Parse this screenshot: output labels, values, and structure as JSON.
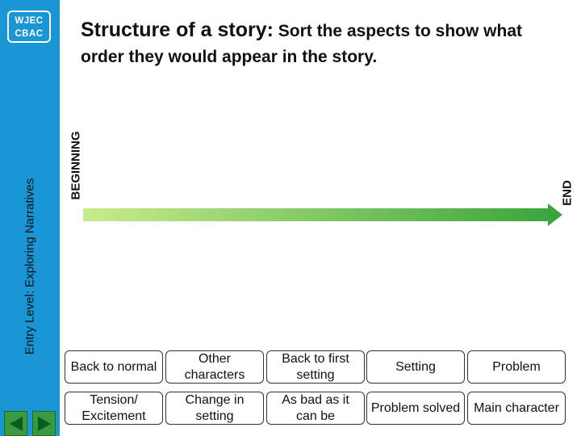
{
  "logo": {
    "line1": "WJEC",
    "line2": "CBAC"
  },
  "sidebar_label": "Entry Level: Exploring Narratives",
  "title": {
    "bold": "Structure of a story:",
    "rest": " Sort the aspects to show what order they would appear in the story."
  },
  "timeline": {
    "start_label": "BEGINNING",
    "end_label": "END"
  },
  "cards": [
    "Back to normal",
    "Other characters",
    "Back to first setting",
    "Setting",
    "Problem",
    "Tension/ Excitement",
    "Change in setting",
    "As bad as it can be",
    "Problem solved",
    "Main character"
  ],
  "nav": {
    "prev_icon": "arrow-left-icon",
    "next_icon": "arrow-right-icon"
  },
  "colors": {
    "sidebar": "#1a95d6",
    "timeline_start": "#c8ec8a",
    "timeline_end": "#37a43a",
    "nav_button": "#3a9a3f"
  }
}
